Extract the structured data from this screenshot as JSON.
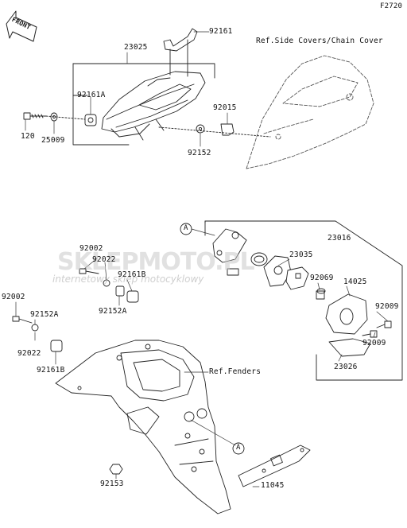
{
  "diagram_code": "F2720",
  "front_label": "FRONT",
  "watermark": {
    "brand": "SKLEPMOTO.PL",
    "tagline": "internetowy sklep motocyklowy"
  },
  "callouts": {
    "A": "A"
  },
  "refs": {
    "side_covers": "Ref.Side Covers/Chain Cover",
    "fenders": "Ref.Fenders"
  },
  "parts": [
    {
      "id": "p23025",
      "label": "23025"
    },
    {
      "id": "p92161",
      "label": "92161"
    },
    {
      "id": "p92161A",
      "label": "92161A"
    },
    {
      "id": "p120",
      "label": "120"
    },
    {
      "id": "p25009",
      "label": "25009"
    },
    {
      "id": "p92015",
      "label": "92015"
    },
    {
      "id": "p92152",
      "label": "92152"
    },
    {
      "id": "p23016",
      "label": "23016"
    },
    {
      "id": "p92002a",
      "label": "92002"
    },
    {
      "id": "p92022a",
      "label": "92022"
    },
    {
      "id": "p92161Ba",
      "label": "92161B"
    },
    {
      "id": "p92152Aa",
      "label": "92152A"
    },
    {
      "id": "p92002b",
      "label": "92002"
    },
    {
      "id": "p92152Ab",
      "label": "92152A"
    },
    {
      "id": "p92022b",
      "label": "92022"
    },
    {
      "id": "p92161Bb",
      "label": "92161B"
    },
    {
      "id": "p23035",
      "label": "23035"
    },
    {
      "id": "p92069",
      "label": "92069"
    },
    {
      "id": "p14025",
      "label": "14025"
    },
    {
      "id": "p92009a",
      "label": "92009"
    },
    {
      "id": "p92009b",
      "label": "92009"
    },
    {
      "id": "p23026",
      "label": "23026"
    },
    {
      "id": "p92153",
      "label": "92153"
    },
    {
      "id": "p11045",
      "label": "11045"
    }
  ]
}
